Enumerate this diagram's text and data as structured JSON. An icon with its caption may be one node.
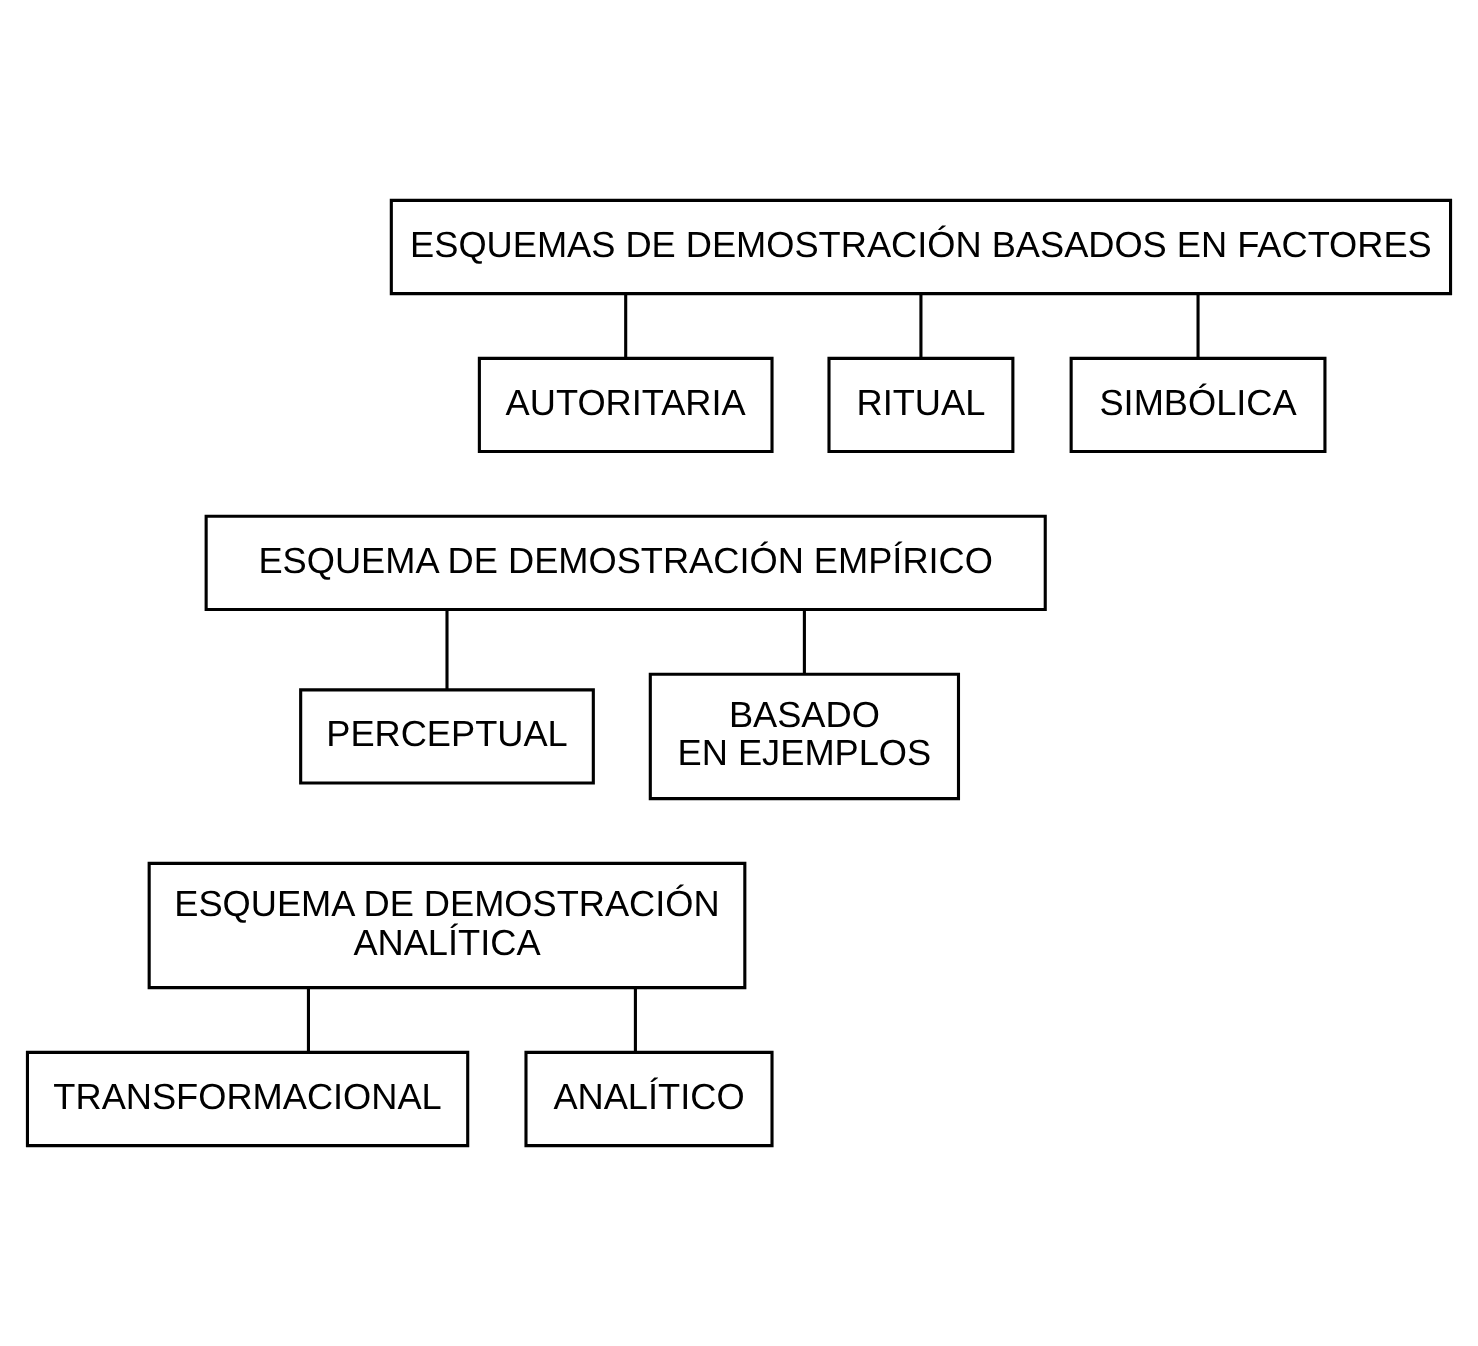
{
  "diagram": {
    "nodes": [
      {
        "text": [
          "ESQUEMAS DE DEMOSTRACIÓN BASADOS EN FACTORES"
        ]
      },
      {
        "text": [
          "AUTORITARIA"
        ]
      },
      {
        "text": [
          "RITUAL"
        ]
      },
      {
        "text": [
          "SIMBÓLICA"
        ]
      },
      {
        "text": [
          "ESQUEMA DE DEMOSTRACIÓN EMPÍRICO"
        ]
      },
      {
        "text": [
          "PERCEPTUAL"
        ]
      },
      {
        "text": [
          "BASADO EN EJEMPLOS"
        ]
      },
      {
        "text": [
          "ESQUEMA DE DEMOSTRACIÓN ANALÍTICA"
        ]
      },
      {
        "text": [
          "TRANSFORMACIONAL"
        ]
      },
      {
        "text": [
          "ANALÍTICO"
        ]
      }
    ],
    "edges": [
      {
        "from": 0,
        "to": 1,
        "arrow": "none"
      },
      {
        "from": 0,
        "to": 2,
        "arrow": "none"
      },
      {
        "from": 0,
        "to": 3,
        "arrow": "none"
      },
      {
        "from": 4,
        "to": 5,
        "arrow": "none"
      },
      {
        "from": 4,
        "to": 6,
        "arrow": "none"
      },
      {
        "from": 7,
        "to": 8,
        "arrow": "none"
      },
      {
        "from": 7,
        "to": 9,
        "arrow": "none"
      }
    ]
  }
}
